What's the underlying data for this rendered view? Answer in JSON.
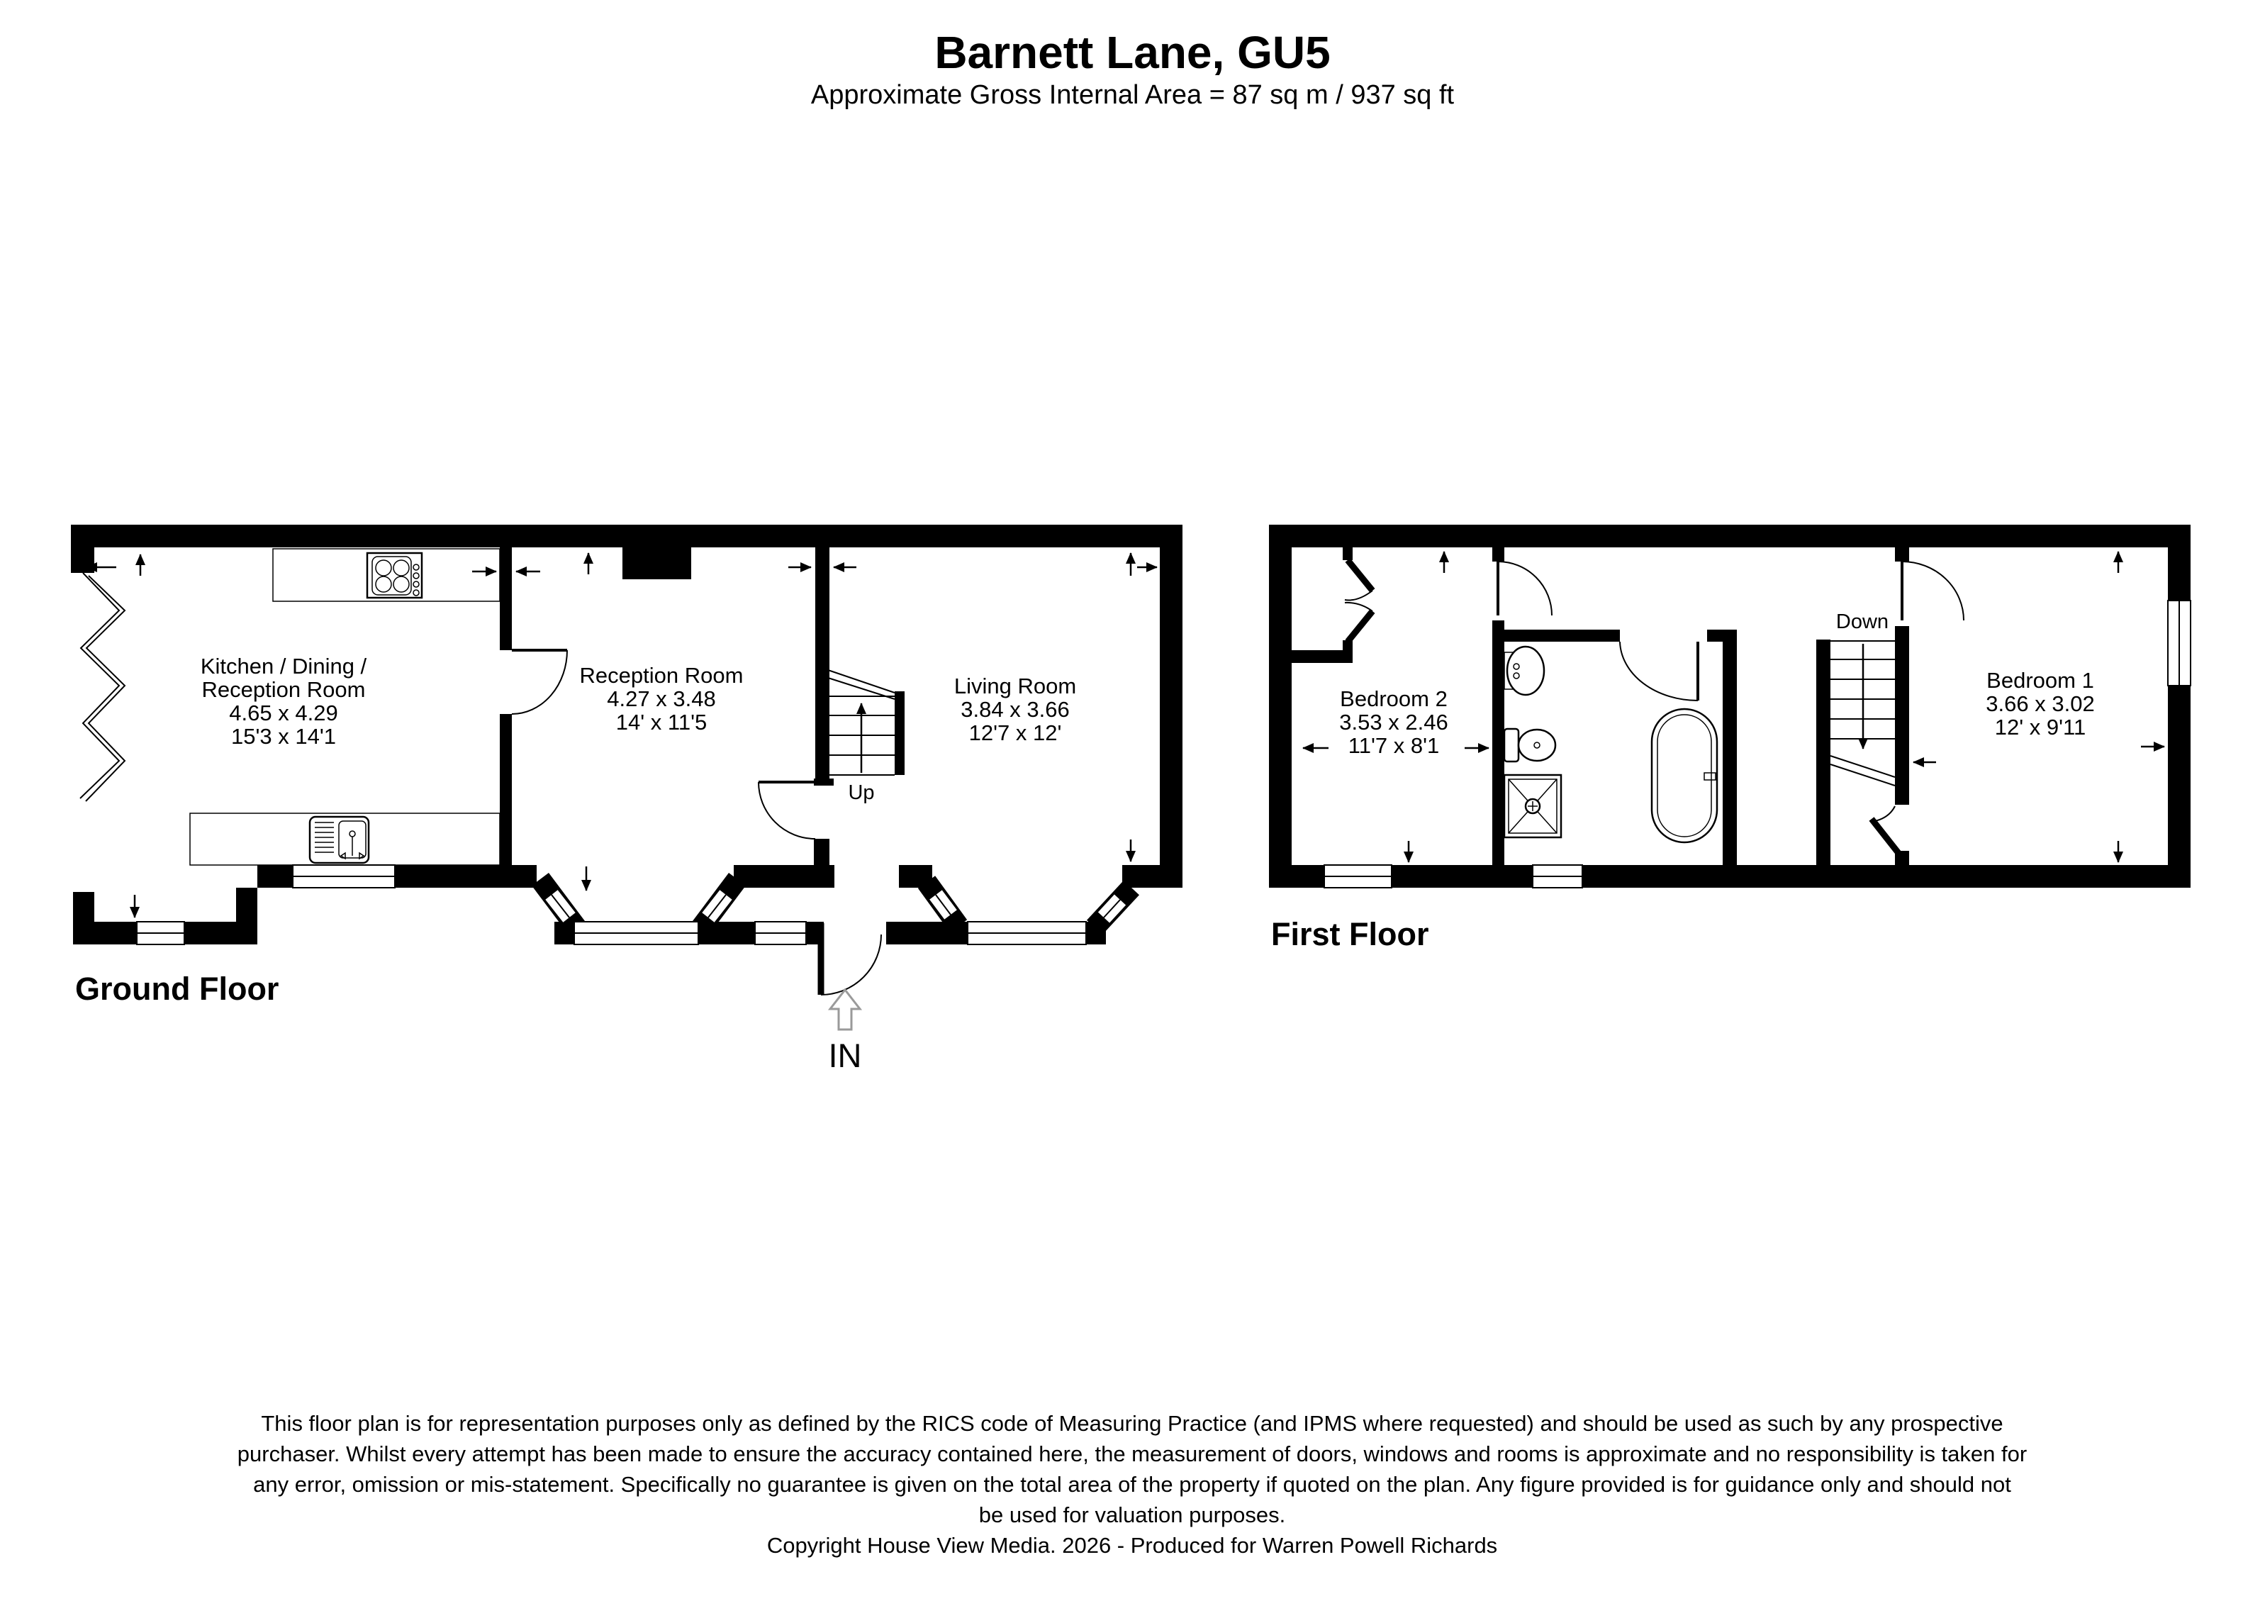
{
  "header": {
    "title": "Barnett Lane, GU5",
    "subtitle": "Approximate Gross Internal Area = 87 sq m / 937 sq ft"
  },
  "ground_floor": {
    "label": "Ground Floor",
    "kitchen": {
      "name_line1": "Kitchen / Dining /",
      "name_line2": "Reception Room",
      "metric": "4.65 x 4.29",
      "imperial": "15'3 x 14'1"
    },
    "reception": {
      "name": "Reception Room",
      "metric": "4.27 x 3.48",
      "imperial": "14' x 11'5"
    },
    "living": {
      "name": "Living Room",
      "metric": "3.84 x 3.66",
      "imperial": "12'7 x 12'"
    },
    "stairs_label": "Up",
    "entrance_label": "IN"
  },
  "first_floor": {
    "label": "First Floor",
    "bedroom2": {
      "name": "Bedroom 2",
      "metric": "3.53 x 2.46",
      "imperial": "11'7 x 8'1"
    },
    "bedroom1": {
      "name": "Bedroom 1",
      "metric": "3.66 x 3.02",
      "imperial": "12' x 9'11"
    },
    "stairs_label": "Down"
  },
  "footer": {
    "lines": [
      "This floor plan is for representation purposes only as defined by the RICS code of Measuring Practice (and IPMS where requested) and should be used as such by any prospective",
      "purchaser. Whilst every attempt has been made to ensure the accuracy contained here, the measurement of doors, windows and rooms is approximate and no responsibility is taken for",
      "any error, omission or mis-statement. Specifically no guarantee is given on the total area of the property if quoted on the plan. Any figure provided is for guidance only and should not",
      "be used for valuation purposes."
    ],
    "copyright": "Copyright House View Media. 2026 - Produced for Warren Powell Richards"
  },
  "icons": [
    "hob",
    "kitchen-sink",
    "stairs-up",
    "stairs-down",
    "basin",
    "toilet",
    "shower",
    "bath",
    "entrance-arrow"
  ]
}
